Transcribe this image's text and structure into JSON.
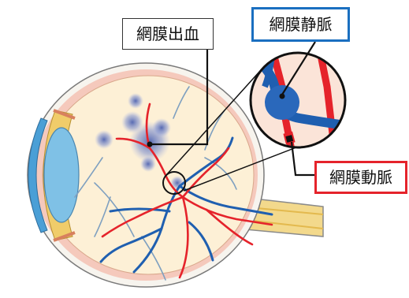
{
  "labels": {
    "hemorrhage": "網膜出血",
    "vein": "網膜静脈",
    "artery": "網膜動脈"
  },
  "colors": {
    "vein": "#1f5fb0",
    "artery": "#e5232b",
    "hemorrhage": "#5b70b8",
    "fundus": "#fdf0d6",
    "sclera": "#f7f4ee",
    "lens": "#7fc1e6",
    "cornea": "#4a9fd6",
    "optic_nerve": "#f3d98c",
    "choroid": "#f4b7a6",
    "vein_label_border": "#1a6fc0",
    "artery_label_border": "#e5232b"
  }
}
